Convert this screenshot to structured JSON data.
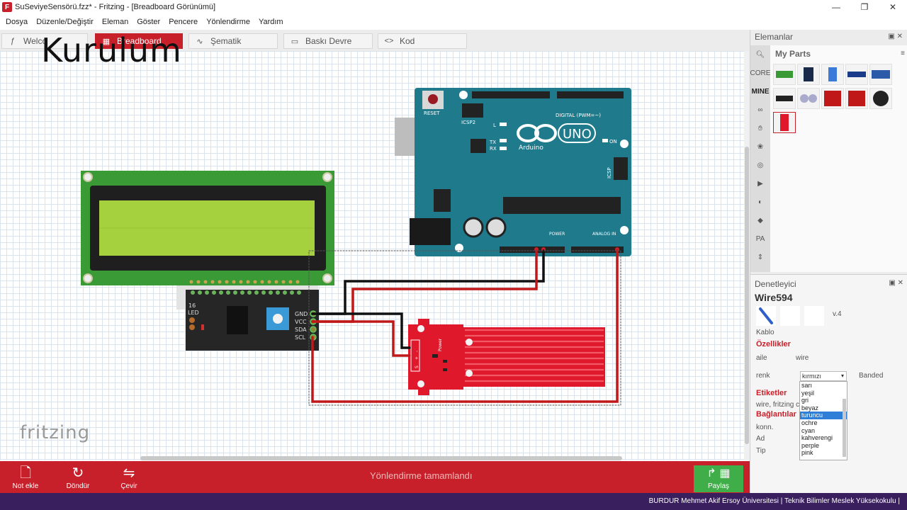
{
  "window": {
    "title": "SuSeviyeSensörü.fzz* - Fritzing - [Breadboard Görünümü]",
    "app_icon": "F",
    "controls": [
      "—",
      "❐",
      "✕"
    ]
  },
  "menu": [
    {
      "label": "Dosya"
    },
    {
      "label": "Düzenle/Değiştir"
    },
    {
      "label": "Eleman"
    },
    {
      "label": "Göster"
    },
    {
      "label": "Pencere"
    },
    {
      "label": "Yönlendirme"
    },
    {
      "label": "Yardım"
    }
  ],
  "tabs": {
    "welcome": "Welco",
    "breadboard": "Breadboard",
    "schematic": "Şematik",
    "pcb": "Baskı Devre",
    "code": "Kod"
  },
  "overlay_title": "Kurulum",
  "canvas": {
    "logo": "fritzing",
    "arduino": {
      "uno_label": "UNO",
      "brand": "Arduino",
      "reset": "RESET",
      "icsp2": "ICSP2",
      "icsp": "ICSP",
      "digital": "DIGITAL (PWM=~)",
      "power": "POWER",
      "analog": "ANALOG IN",
      "on": "ON",
      "tx": "TX",
      "rx": "RX",
      "l": "L"
    },
    "i2c": {
      "pin_16": "16",
      "led": "LED",
      "pins": [
        "GND",
        "VCC",
        "SDA",
        "SCL"
      ]
    },
    "sensor": {
      "power": "Power",
      "pins": [
        "-",
        "+",
        "S"
      ]
    }
  },
  "bottom": {
    "add_note": "Not ekle",
    "rotate": "Döndür",
    "flip": "Çevir",
    "status": "Yönlendirme tamamlandı",
    "share": "Paylaş"
  },
  "parts_panel": {
    "title": "Elemanlar",
    "bins": [
      "CORE",
      "MINE"
    ],
    "section_title": "My Parts"
  },
  "inspector": {
    "title": "Denetleyici",
    "name": "Wire594",
    "image_caption": "Kablo",
    "version": "v.4",
    "properties_title": "Özellikler",
    "family_label": "aile",
    "family_value": "wire",
    "color_label": "renk",
    "color_value": "kırmızı",
    "banded": "Banded",
    "tags_title": "Etiketler",
    "tags_value": "wire, fritzing co",
    "connections_title": "Bağlantılar",
    "conn_label": "konn.",
    "name_label": "Ad",
    "type_label": "Tip",
    "color_options": [
      "sarı",
      "yeşil",
      "gri",
      "beyaz",
      "turuncu",
      "ochre",
      "cyan",
      "kahverengi",
      "perple",
      "pink"
    ],
    "selected_option": "turuncu"
  },
  "footer": {
    "text": "BURDUR Mehmet Akif Ersoy Üniversitesi | Teknik Bilimler Meslek Yüksekokulu |"
  },
  "colors": {
    "accent": "#c8202a",
    "arduino": "#1f7a8c",
    "lcd_board": "#3a9a35",
    "lcd_screen": "#a6d13f",
    "sensor": "#e0182b",
    "share": "#3fae48",
    "footer": "#3a1f5e"
  }
}
